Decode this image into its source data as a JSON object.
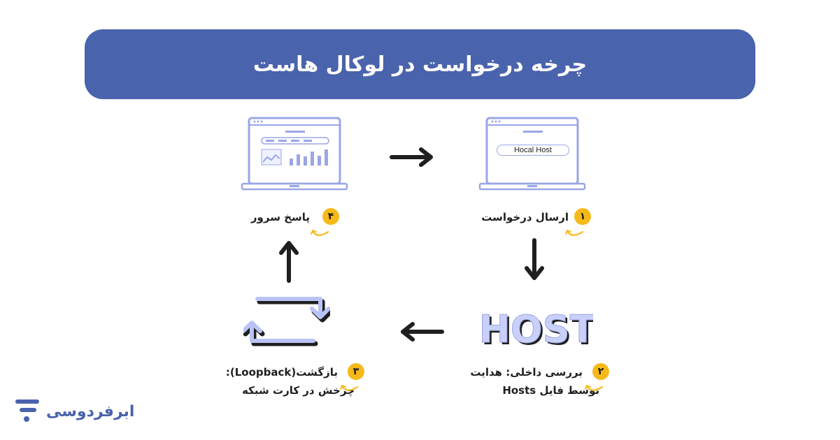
{
  "header": {
    "title": "چرخه درخواست در لوکال هاست"
  },
  "laptop_request": {
    "input_text": "Hocal Host"
  },
  "steps": [
    {
      "number": "۱",
      "label_line1": "ارسال درخواست",
      "label_line2": ""
    },
    {
      "number": "۲",
      "label_line1": "بررسی داخلی: هدایت",
      "label_line2": "توسط فایل Hosts"
    },
    {
      "number": "۳",
      "label_line1": "بازگشت(Loopback):",
      "label_line2": "چرخش در کارت شبکه"
    },
    {
      "number": "۴",
      "label_line1": "پاسخ سرور",
      "label_line2": ""
    }
  ],
  "host_graphic": {
    "text": "HOST"
  },
  "brand": {
    "name": "ابرفردوسی",
    "accent": "#4a63ad"
  },
  "colors": {
    "banner": "#4a63ad",
    "badge": "#f6b91a",
    "outline": "#9aa6e6",
    "screen": "#eef1ff",
    "arrow": "#1f1f1f"
  }
}
